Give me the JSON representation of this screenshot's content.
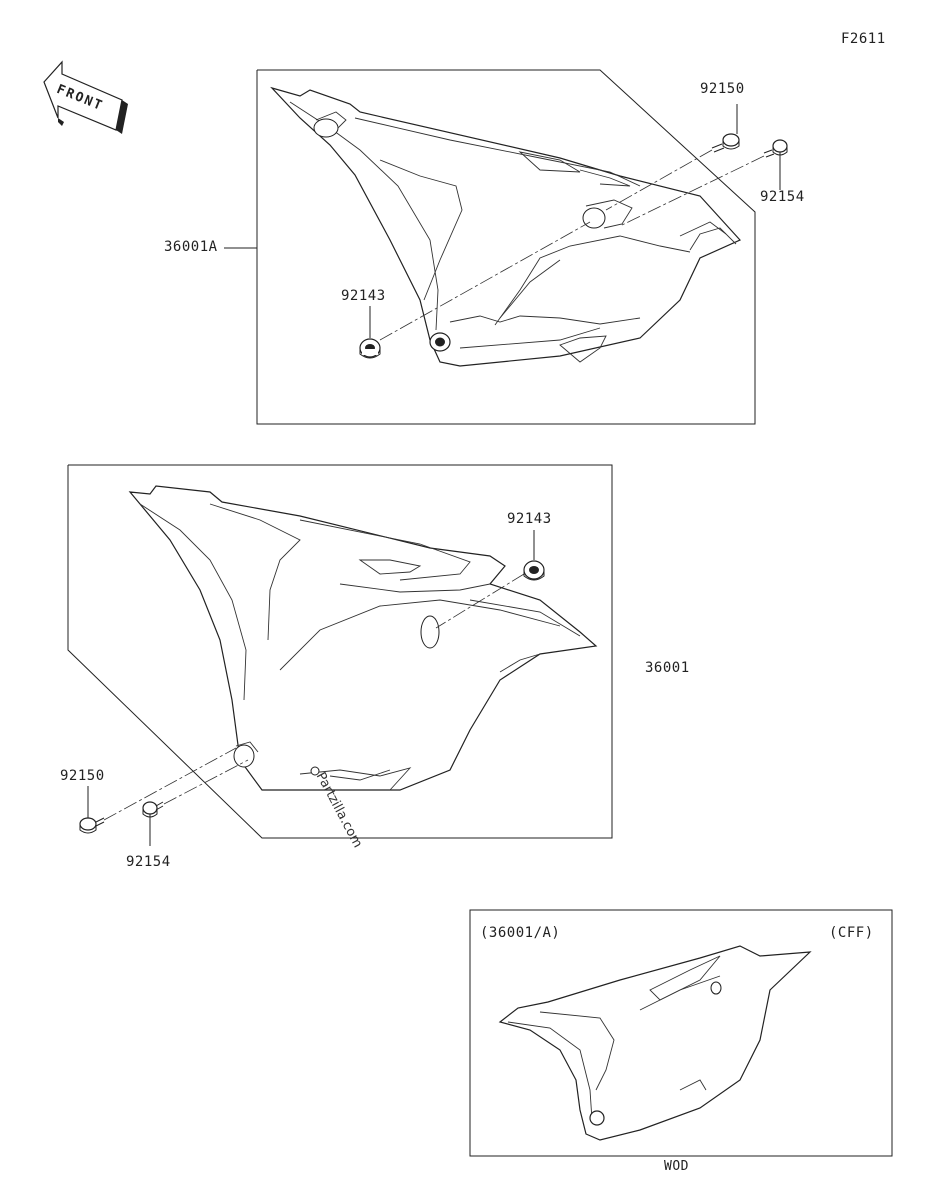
{
  "figure_code": "F2611",
  "front_arrow_label": "FRONT",
  "upper_panel": {
    "part_main": "36001A",
    "bolt_a": "92150",
    "bolt_b": "92154",
    "washer": "92143"
  },
  "middle_panel": {
    "part_main": "36001",
    "washer": "92143",
    "bolt_a": "92150",
    "bolt_b": "92154"
  },
  "watermark": "Partzilla.com",
  "inset": {
    "ref": "(36001/A)",
    "note": "(CFF)",
    "caption": "WOD"
  }
}
